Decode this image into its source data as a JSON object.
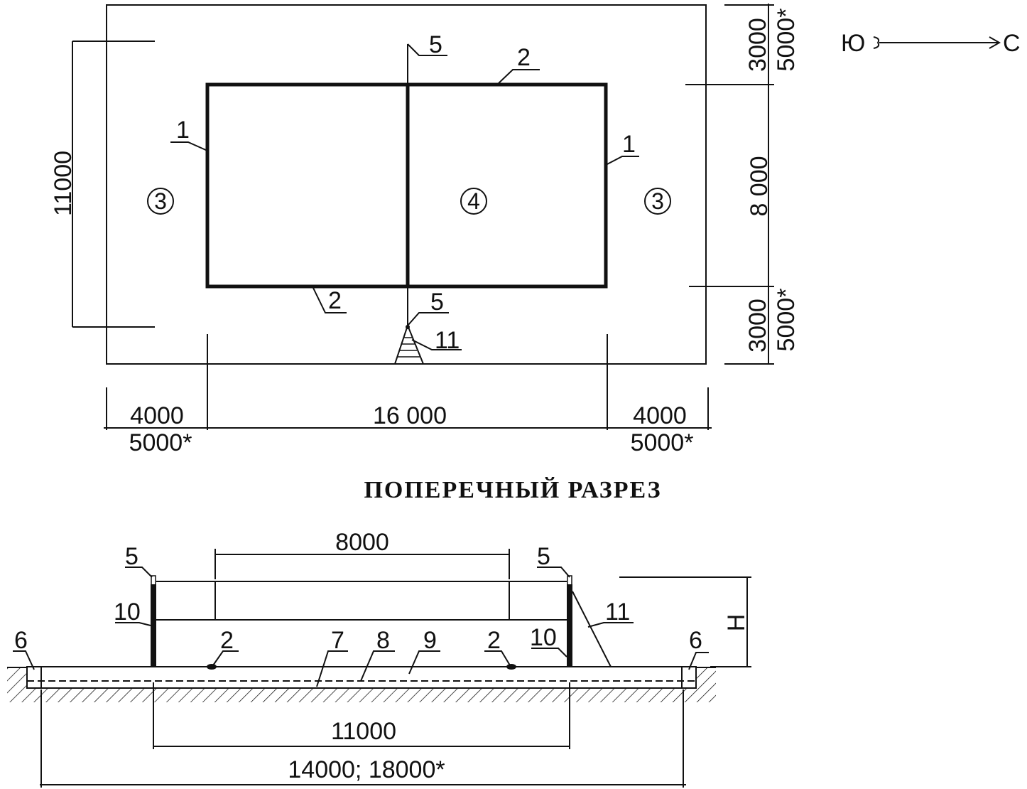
{
  "plan": {
    "compass": {
      "south": "Ю",
      "north": "С"
    },
    "dims": {
      "total_width": "11000",
      "top_margin": "3000",
      "top_margin_alt": "5000*",
      "court_width": "8 000",
      "bottom_margin": "3000",
      "bottom_margin_alt": "5000*",
      "left_margin": "4000",
      "left_margin_alt": "5000*",
      "court_length": "16 000",
      "right_margin": "4000",
      "right_margin_alt": "5000*"
    },
    "labels": {
      "n1_left": "1",
      "n1_right": "1",
      "n2_top": "2",
      "n2_bottom": "2",
      "n5_top": "5",
      "n5_bottom": "5",
      "n11": "11",
      "zone3_left": "3",
      "zone4": "4",
      "zone3_right": "3"
    }
  },
  "section": {
    "title": "ПОПЕРЕЧНЫЙ РАЗРЕЗ",
    "dims": {
      "net_width": "8000",
      "posts_span": "11000",
      "total": "14000; 18000*",
      "height": "H"
    },
    "labels": {
      "n5_left": "5",
      "n5_right": "5",
      "n10_left": "10",
      "n10_right": "10",
      "n6_left": "6",
      "n6_right": "6",
      "n2_left": "2",
      "n2_right": "2",
      "n7": "7",
      "n8": "8",
      "n9": "9",
      "n11": "11"
    }
  }
}
